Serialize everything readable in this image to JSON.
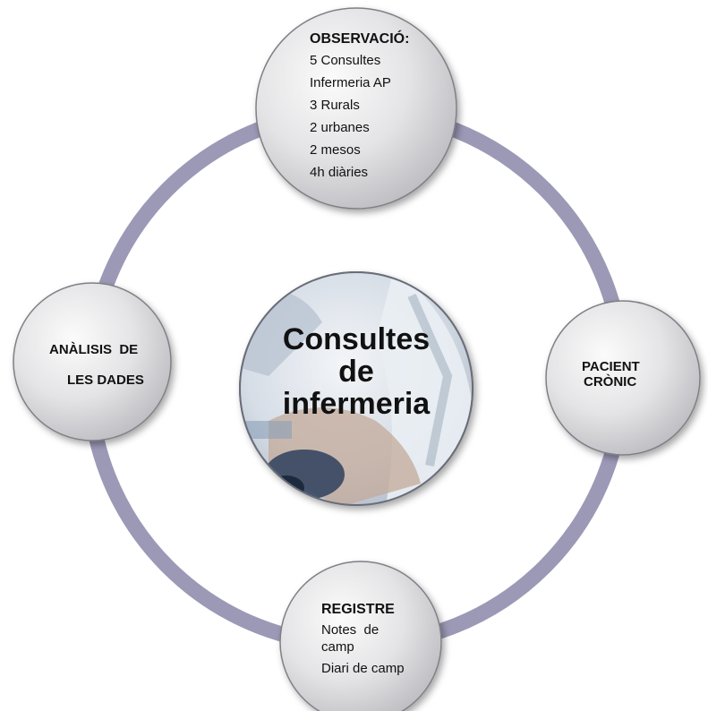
{
  "center": {
    "lines": [
      "Consultes",
      "de",
      "infermeria"
    ]
  },
  "top_node": {
    "heading": "OBSERVACIÓ:",
    "lines": [
      "5 Consultes",
      "Infermeria AP",
      "3 Rurals",
      "2 urbanes",
      "2 mesos",
      "4h diàries"
    ]
  },
  "right_node": {
    "lines": [
      "PACIENT",
      "CRÒNIC"
    ]
  },
  "bottom_node": {
    "heading": "REGISTRE",
    "lines": [
      "Notes  de",
      "camp",
      "Diari de camp"
    ]
  },
  "left_node": {
    "lines": [
      "ANÀLISIS  DE",
      "LES DADES"
    ]
  },
  "colors": {
    "ring": "#9b99b6",
    "node_fill_light": "#fbfbfb",
    "node_fill_dark": "#c8c8cc",
    "node_border": "#7f7f86"
  },
  "icons": {
    "center_image": "nursing-consultation-photo"
  }
}
